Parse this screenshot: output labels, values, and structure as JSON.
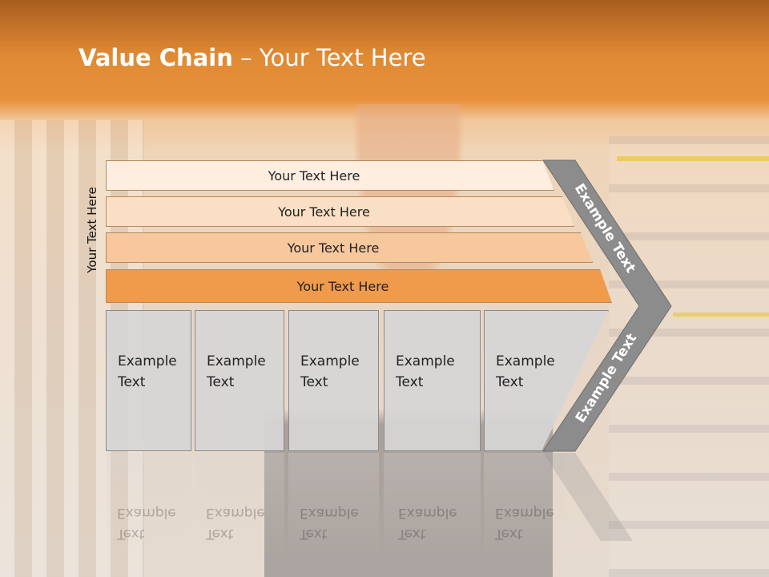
{
  "title": {
    "bold": "Value Chain",
    "rest": " – Your Text Here"
  },
  "side_label": "Your Text Here",
  "bands": [
    "Your Text Here",
    "Your Text Here",
    "Your Text Here",
    "Your Text Here"
  ],
  "columns": [
    {
      "line1": "Example",
      "line2": "Text"
    },
    {
      "line1": "Example",
      "line2": "Text"
    },
    {
      "line1": "Example",
      "line2": "Text"
    },
    {
      "line1": "Example",
      "line2": "Text"
    },
    {
      "line1": "Example",
      "line2": "Text"
    }
  ],
  "chevron": {
    "top_label": "Example Text",
    "bottom_label": "Example Text",
    "color": "#8c8c8c"
  },
  "colors": {
    "header_orange": "#e08a34",
    "band_dark": "#f09a4c",
    "column_gray": "#d6d6d6"
  }
}
